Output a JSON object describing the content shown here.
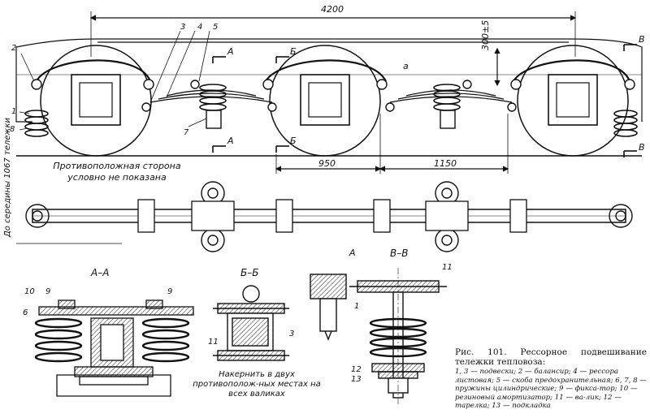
{
  "dimensions": {
    "overall": "4200",
    "left_span": "950",
    "right_span": "1150",
    "gap_label": "a",
    "clearance": "300±5",
    "to_center": "До середины 1067 тележки"
  },
  "section_marks": [
    "А",
    "Б",
    "В"
  ],
  "parts": [
    "1",
    "2",
    "3",
    "4",
    "5",
    "6",
    "7",
    "8",
    "9",
    "10",
    "11",
    "12",
    "13"
  ],
  "notes": {
    "opposite_side": "Противоположная сторона условно не показана",
    "kern": "Накернить в двух противополож-ных местах на всех валиках"
  },
  "sections": {
    "aa": "А–А",
    "bb": "Б–Б",
    "vv": "В–В"
  },
  "view_label_a": "А",
  "caption": {
    "title": "Рис. 101. Рессорное подвешивание тележки тепловоза:",
    "legend": "1, 3 — подвески; 2 — балансир; 4 — рессора листовая; 5 — скоба предохранительная; 6, 7, 8 — пружины цилиндрические; 9 — фикса-тор; 10 — резиновый амортизатор; 11 — ва-лик; 12 — тарелка; 13 — подкладка"
  }
}
